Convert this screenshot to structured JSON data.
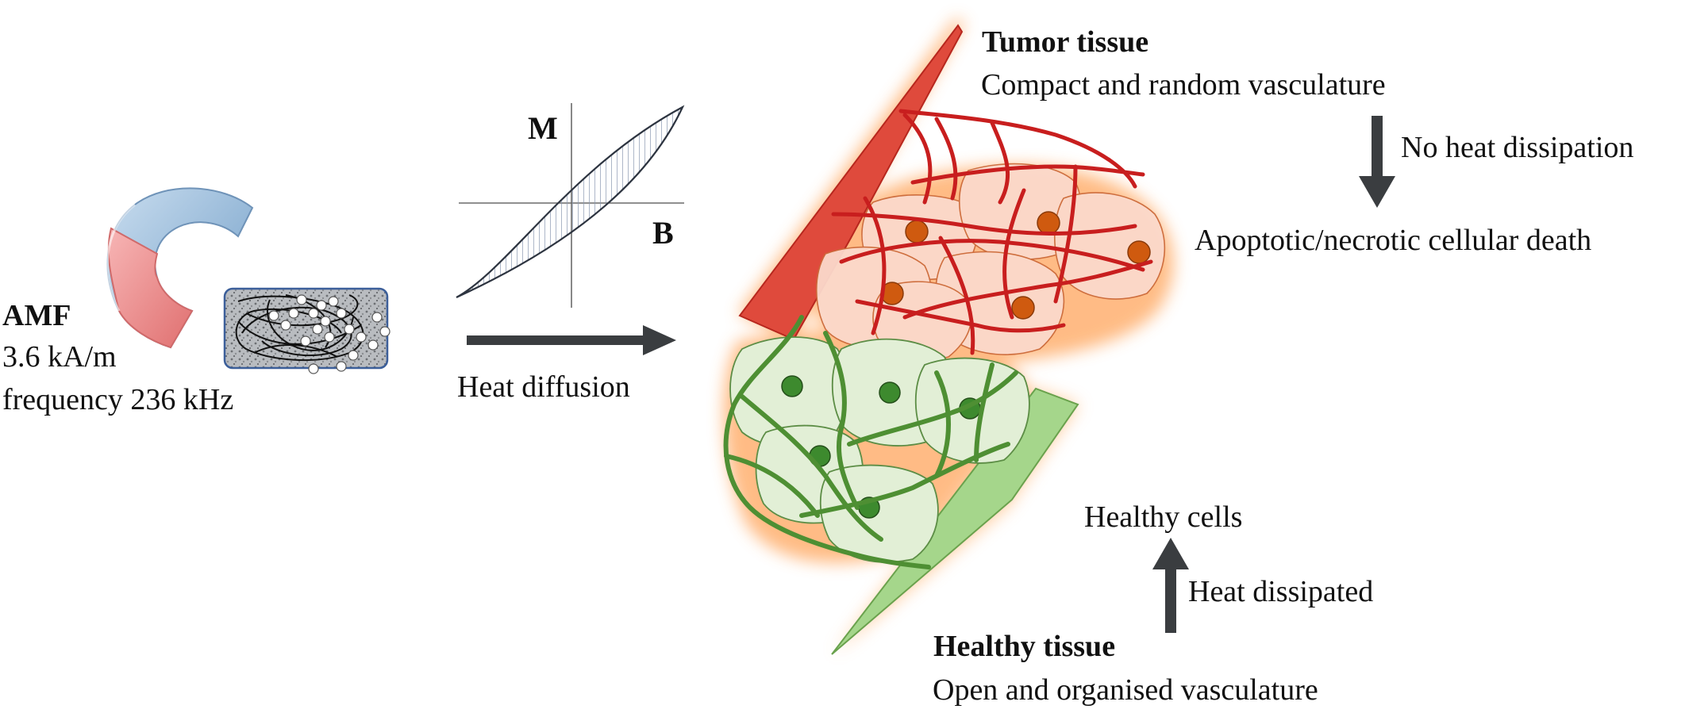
{
  "colors": {
    "tumor_red": "#c81e1e",
    "tumor_fill": "#fbd9cb",
    "tumor_nucleus": "#cf5a0f",
    "healthy_green": "#3f7f2e",
    "healthy_fill": "#e2efd6",
    "healthy_nucleus": "#3d8a2e",
    "glow": "#ffb070",
    "arrow": "#3a3d40",
    "magnet_blue": "#8fb6d8",
    "magnet_red": "#ef8a8a"
  },
  "icons": [
    "horseshoe-magnet-icon",
    "nanoparticle-cluster-icon",
    "hysteresis-loop-icon"
  ],
  "amf": {
    "title": "AMF",
    "field": "3.6 kA/m",
    "frequency": "frequency 236 kHz"
  },
  "hysteresis": {
    "y_label": "M",
    "x_label": "B"
  },
  "heat_diffusion": "Heat diffusion",
  "tumor": {
    "title": "Tumor tissue",
    "subtitle": "Compact and random vasculature",
    "arrow_label": "No heat dissipation",
    "outcome": "Apoptotic/necrotic cellular death"
  },
  "healthy": {
    "outcome": "Healthy cells",
    "arrow_label": "Heat dissipated",
    "title": "Healthy tissue",
    "subtitle": "Open and organised vasculature"
  }
}
